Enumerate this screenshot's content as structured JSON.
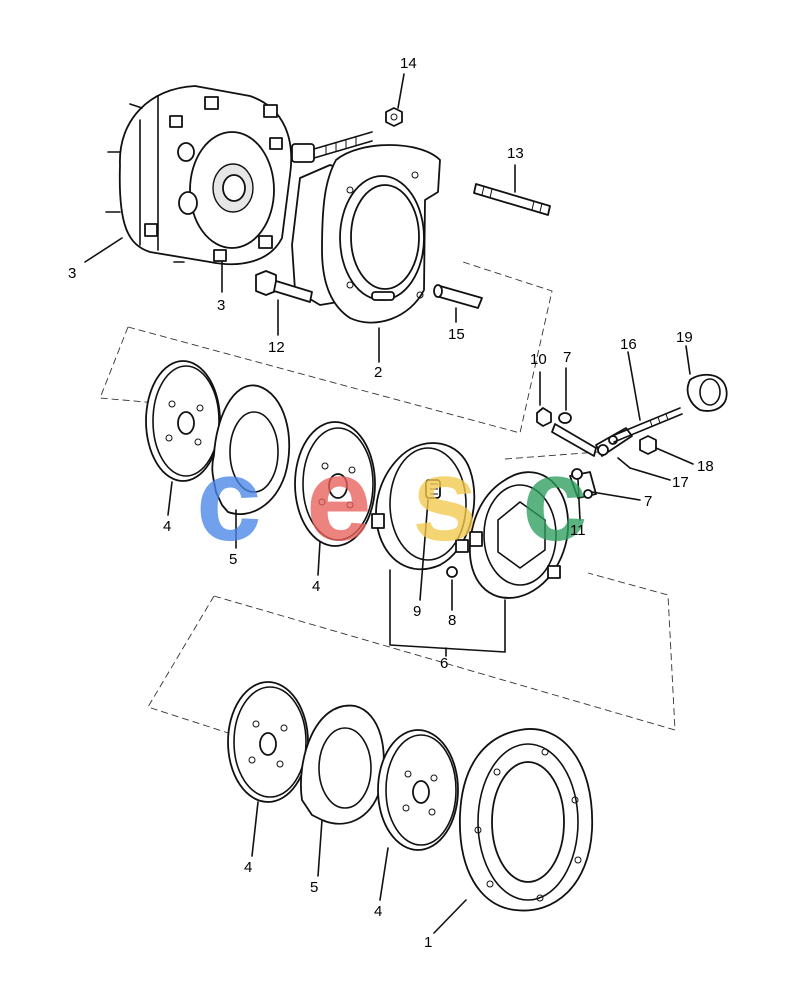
{
  "callouts": [
    "1",
    "2",
    "3",
    "3",
    "4",
    "4",
    "4",
    "4",
    "5",
    "5",
    "6",
    "7",
    "7",
    "8",
    "9",
    "10",
    "11",
    "12",
    "13",
    "14",
    "15",
    "16",
    "17",
    "18",
    "19"
  ],
  "watermark": {
    "letters": [
      "c",
      "e",
      "s",
      "c"
    ],
    "colors": [
      "#4a86e8",
      "#e8615a",
      "#f2c94c",
      "#2e9e5e"
    ]
  }
}
